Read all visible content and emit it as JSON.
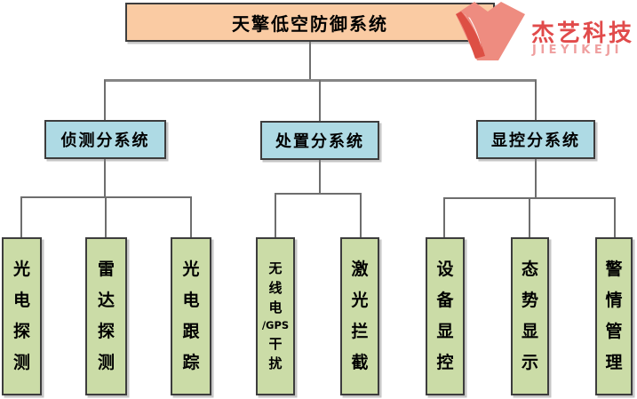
{
  "title": "天擎低空防御系统",
  "logo": {
    "mark_icon": "v-flame-logo-icon",
    "company": "杰艺科技",
    "company_en": "JIEYIKEJI"
  },
  "colors": {
    "title_fill": "#FACBA3",
    "branch_fill": "#AEDAE4",
    "leaf_fill": "#CBDCA7",
    "connector": "#6E6E6E",
    "logo_red": "#E14B4B",
    "logo_light_red": "#EF9F9F"
  },
  "tree": {
    "branches": [
      {
        "label": "侦测分系统",
        "leaves": [
          {
            "label": "光电探测",
            "chars": [
              "光",
              "电",
              "探",
              "测"
            ]
          },
          {
            "label": "雷达探测",
            "chars": [
              "雷",
              "达",
              "探",
              "测"
            ]
          },
          {
            "label": "光电跟踪",
            "chars": [
              "光",
              "电",
              "跟",
              "踪"
            ]
          }
        ]
      },
      {
        "label": "处置分系统",
        "leaves": [
          {
            "label": "无线电/GPS干扰",
            "chars": [
              "无",
              "线",
              "电",
              "/GPS",
              "干",
              "扰"
            ]
          },
          {
            "label": "激光拦截",
            "chars": [
              "激",
              "光",
              "拦",
              "截"
            ]
          }
        ]
      },
      {
        "label": "显控分系统",
        "leaves": [
          {
            "label": "设备显控",
            "chars": [
              "设",
              "备",
              "显",
              "控"
            ]
          },
          {
            "label": "态势显示",
            "chars": [
              "态",
              "势",
              "显",
              "示"
            ]
          },
          {
            "label": "警情管理",
            "chars": [
              "警",
              "情",
              "管",
              "理"
            ]
          }
        ]
      }
    ]
  }
}
